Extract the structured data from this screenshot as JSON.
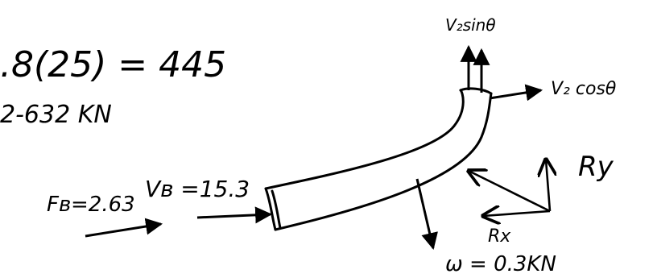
{
  "labels": {
    "eq_line1": ".8(25) = 445",
    "eq_line2": "2-632 KN",
    "v2_sin": "V₂sinθ",
    "v2_cos": "V₂ cosθ",
    "ry": "Ry",
    "rx": "Rx",
    "fb": "Fʙ=2.63",
    "vb": "Vʙ =15.3",
    "weight": "ω = 0.3KN"
  }
}
